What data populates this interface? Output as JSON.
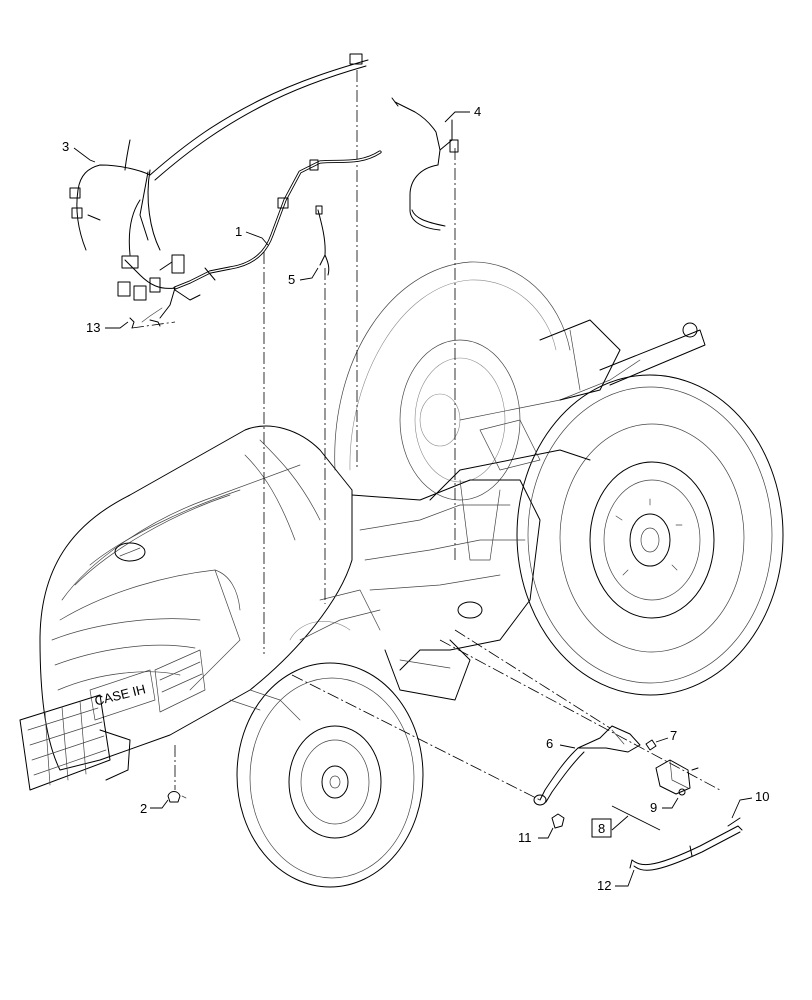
{
  "callouts": {
    "c1": "1",
    "c2": "2",
    "c3": "3",
    "c4": "4",
    "c5": "5",
    "c6": "6",
    "c7": "7",
    "c8": "8",
    "c9": "9",
    "c10": "10",
    "c11": "11",
    "c12": "12",
    "c13": "13"
  },
  "logo_text": "CASE IH",
  "colors": {
    "line": "#000000",
    "background": "#ffffff"
  }
}
